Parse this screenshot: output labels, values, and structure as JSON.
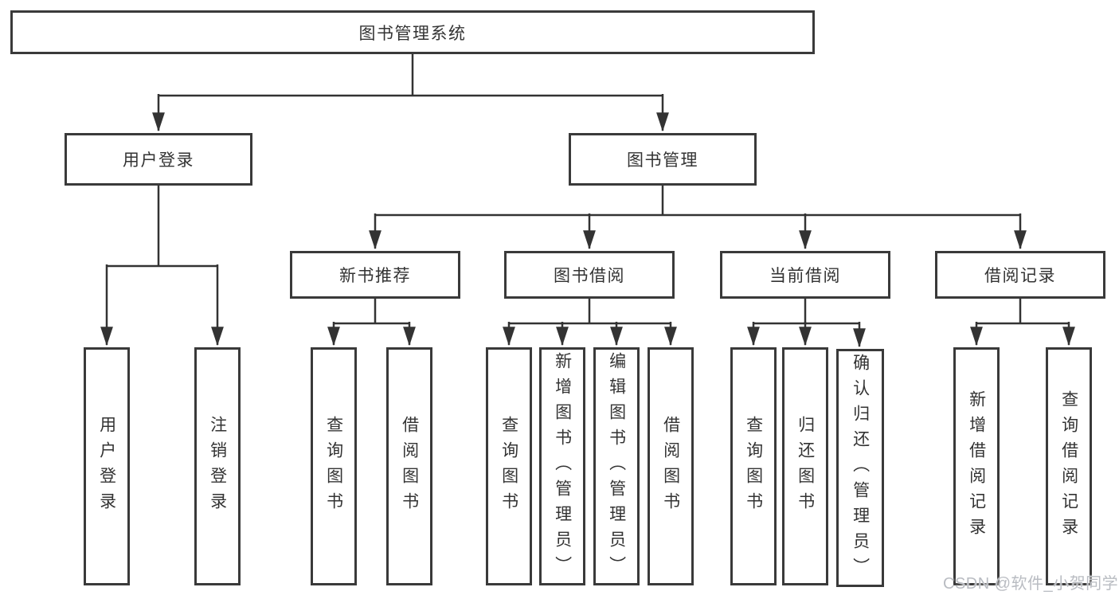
{
  "tree": {
    "root": "图书管理系统",
    "branches": [
      {
        "label": "用户登录",
        "children": [
          "用户登录",
          "注销登录"
        ]
      },
      {
        "label": "图书管理",
        "sections": [
          {
            "label": "新书推荐",
            "children": [
              "查询图书",
              "借阅图书"
            ]
          },
          {
            "label": "图书借阅",
            "children": [
              "查询图书",
              "新增图书（管理员）",
              "编辑图书（管理员）",
              "借阅图书"
            ]
          },
          {
            "label": "当前借阅",
            "children": [
              "查询图书",
              "归还图书",
              "确认归还（管理员）"
            ]
          },
          {
            "label": "借阅记录",
            "children": [
              "新增借阅记录",
              "查询借阅记录"
            ]
          }
        ]
      }
    ]
  },
  "watermark": "CSDN @软件_小贺同学",
  "colors": {
    "line": "#333333",
    "box_border": "#3a3a3a",
    "text": "#333333",
    "background": "#ffffff",
    "watermark": "#b9bcc2"
  }
}
